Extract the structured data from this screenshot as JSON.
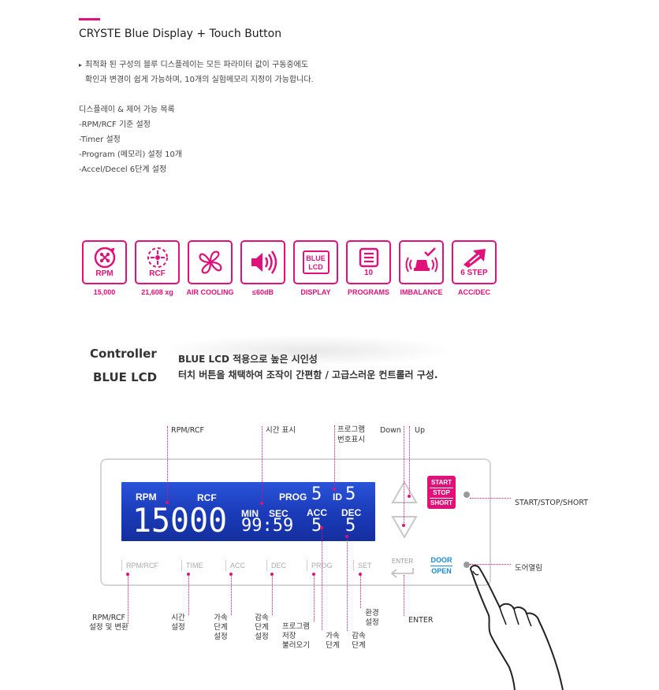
{
  "header": {
    "title": "CRYSTE Blue Display + Touch Button",
    "accent_color": "#e0117a"
  },
  "description": {
    "line1": "최적화 된 구성의 블루 디스플레이는 모든 파라미터 값이 구동중에도",
    "line2": "확인과 변경이 쉽게 가능하며, 10개의 실험메모리 지정이 가능합니다."
  },
  "capabilities": {
    "heading": "디스플레이 & 제어 가능 목록",
    "items": [
      "-RPM/RCF 기준 설정",
      "-Timer 설정",
      "-Program (메모리) 설정 10개",
      "-Accel/Decel 6단계 설정"
    ]
  },
  "features": [
    {
      "icon": "rpm-icon",
      "box_label": "RPM",
      "caption": "15,000"
    },
    {
      "icon": "rcf-icon",
      "box_label": "RCF",
      "caption": "21,608 xg"
    },
    {
      "icon": "fan-icon",
      "box_label": "",
      "caption": "AIR COOLING"
    },
    {
      "icon": "speaker-icon",
      "box_label": "",
      "caption": "≤60dB"
    },
    {
      "icon": "blue-lcd-icon",
      "box_label": "",
      "box_text": "BLUE\nLCD",
      "caption": "DISPLAY"
    },
    {
      "icon": "list-icon",
      "box_label": "10",
      "caption": "PROGRAMS"
    },
    {
      "icon": "imbalance-icon",
      "box_label": "",
      "caption": "IMBALANCE"
    },
    {
      "icon": "step-arrow-icon",
      "box_label": "6 STEP",
      "caption": "ACC/DEC"
    }
  ],
  "controller": {
    "title_line1": "Controller",
    "title_line2": "BLUE LCD",
    "desc_line1": "BLUE LCD 적용으로 높은 시인성",
    "desc_line2": "터치 버튼을 채택하여 조작이 간편함 / 고급스러운 컨트롤러 구성."
  },
  "lcd": {
    "rpm_label": "RPM",
    "rcf_label": "RCF",
    "speed_value": "15000",
    "min_label": "MIN",
    "sec_label": "SEC",
    "time_value": "99:59",
    "prog_label": "PROG",
    "prog_value": "5",
    "id_label": "ID",
    "id_value": "5",
    "acc_label": "ACC",
    "acc_value": "5",
    "dec_label": "DEC",
    "dec_value": "5"
  },
  "buttons": {
    "rpm_rcf": "RPM/RCF",
    "time": "TIME",
    "acc": "ACC",
    "dec": "DEC",
    "prog": "PROG",
    "set": "SET",
    "enter": "ENTER",
    "start": "START",
    "stop": "STOP",
    "short": "SHORT",
    "door": "DOOR",
    "open": "OPEN"
  },
  "callouts": {
    "top_rpm_rcf": "RPM/RCF",
    "top_time": "시간 표시",
    "top_prog_1": "프로그램",
    "top_prog_2": "번호표시",
    "top_down": "Down",
    "top_up": "Up",
    "right_start": "START/STOP/SHORT",
    "right_door": "도어열림",
    "b_rpm_1": "RPM/RCF",
    "b_rpm_2": "설정 및 변환",
    "b_time_1": "시간",
    "b_time_2": "설정",
    "b_acc_1": "가속",
    "b_acc_2": "단계",
    "b_acc_3": "설정",
    "b_dec_1": "감속",
    "b_dec_2": "단계",
    "b_dec_3": "설정",
    "b_prog_1": "프로그램",
    "b_prog_2": "저장",
    "b_prog_3": "불러오기",
    "b_accs_1": "가속",
    "b_accs_2": "단계",
    "b_decs_1": "감속",
    "b_decs_2": "단계",
    "b_set_1": "환경",
    "b_set_2": "설정",
    "b_enter": "ENTER"
  }
}
